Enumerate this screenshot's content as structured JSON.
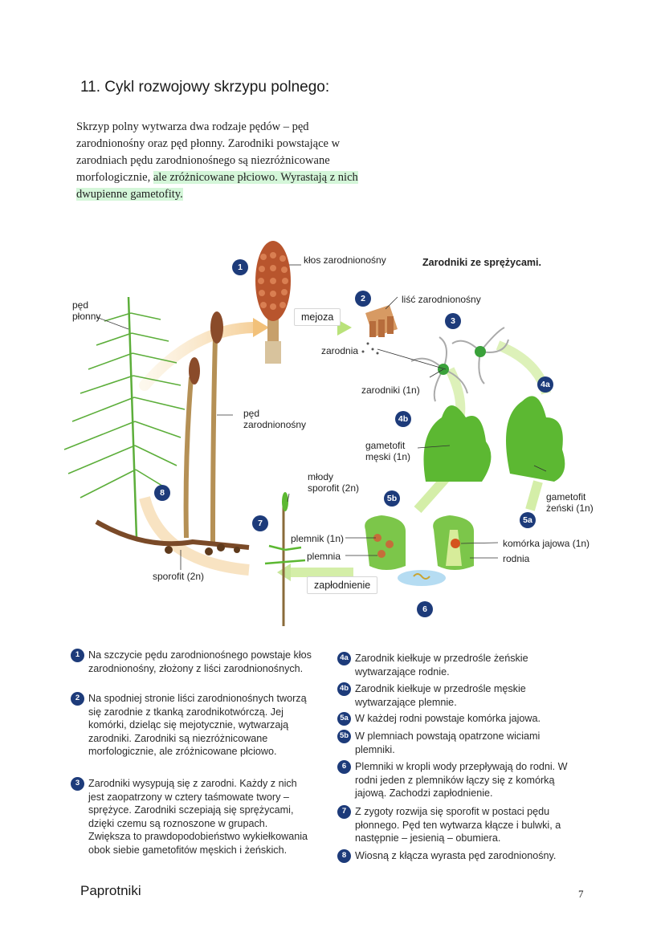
{
  "title": "11.  Cykl rozwojowy skrzypu polnego:",
  "intro": {
    "part1": "Skrzyp polny wytwarza dwa rodzaje pędów – pęd zarodnionośny oraz pęd płonny. Zarodniki powstające w zarodniach pędu zarodnionośnego są niezróżnicowane morfologicznie, ",
    "highlight": "ale zróżnicowane płciowo. Wyrastają z nich dwupienne gametofity."
  },
  "diagram": {
    "heading": "Zarodniki ze sprężycami.",
    "labels": {
      "klos": "kłos zarodnionośny",
      "ped_plonny": "pęd płonny",
      "lisc": "liść zarodnionośny",
      "zarodnia": "zarodnia",
      "zarodniki": "zarodniki (1n)",
      "ped_zarodnionosny": "pęd zarodnionośny",
      "gametofit_meski": "gametofit męski (1n)",
      "gametofit_zenski": "gametofit żeński (1n)",
      "mlody_sporofit": "młody sporofit (2n)",
      "plemnik": "plemnik (1n)",
      "plemnia": "plemnia",
      "komorka_jajowa": "komórka jajowa (1n)",
      "rodnia": "rodnia",
      "sporofit": "sporofit (2n)"
    },
    "arrows": {
      "mejoza": "mejoza",
      "zaplodnienie": "zapłodnienie"
    },
    "badges": [
      "1",
      "2",
      "3",
      "4a",
      "4b",
      "5a",
      "5b",
      "6",
      "7",
      "8"
    ],
    "colors": {
      "badge": "#1d3b7a",
      "arrow": "#f2c98a",
      "green": "#5cb832"
    }
  },
  "steps": [
    {
      "num": "1",
      "text": "Na szczycie pędu zarodnionośnego powstaje kłos zarodnionośny, złożony z liści zarodnionośnych."
    },
    {
      "num": "2",
      "text": "Na spodniej stronie liści zarodnionośnych tworzą się zarodnie z tkanką zarodnikotwórczą. Jej komórki, dzieląc się mejotycznie, wytwarzają zarodniki. Zarodniki są niezróżnicowane morfologicznie, ale zróżnicowane płciowo."
    },
    {
      "num": "3",
      "text": "Zarodniki wysypują się z zarodni. Każdy z nich jest zaopatrzony w cztery taśmowate twory – sprężyce. Zarodniki sczepiają się sprężycami, dzięki czemu są roznoszone w grupach. Zwiększa to prawdopodobieństwo wykiełkowania obok siebie gametofitów męskich i żeńskich."
    },
    {
      "num": "4a",
      "text": "Zarodnik kiełkuje w przedrośle żeńskie wytwarzające rodnie."
    },
    {
      "num": "4b",
      "text": "Zarodnik kiełkuje w przedrośle męskie wytwarzające plemnie."
    },
    {
      "num": "5a",
      "text": "W każdej rodni powstaje komórka jajowa."
    },
    {
      "num": "5b",
      "text": "W plemniach powstają opatrzone wiciami plemniki."
    },
    {
      "num": "6",
      "text": "Plemniki w kropli wody przepływają do rodni. W rodni jeden z plemników łączy się z komórką jajową. Zachodzi zapłodnienie."
    },
    {
      "num": "7",
      "text": "Z zygoty rozwija się sporofit w postaci pędu płonnego. Pęd ten wytwarza kłącze i bulwki, a następnie – jesienią – obumiera."
    },
    {
      "num": "8",
      "text": "Wiosną z kłącza wyrasta pęd zarodnionośny."
    }
  ],
  "footer": {
    "section": "Paprotniki",
    "page": "7"
  }
}
